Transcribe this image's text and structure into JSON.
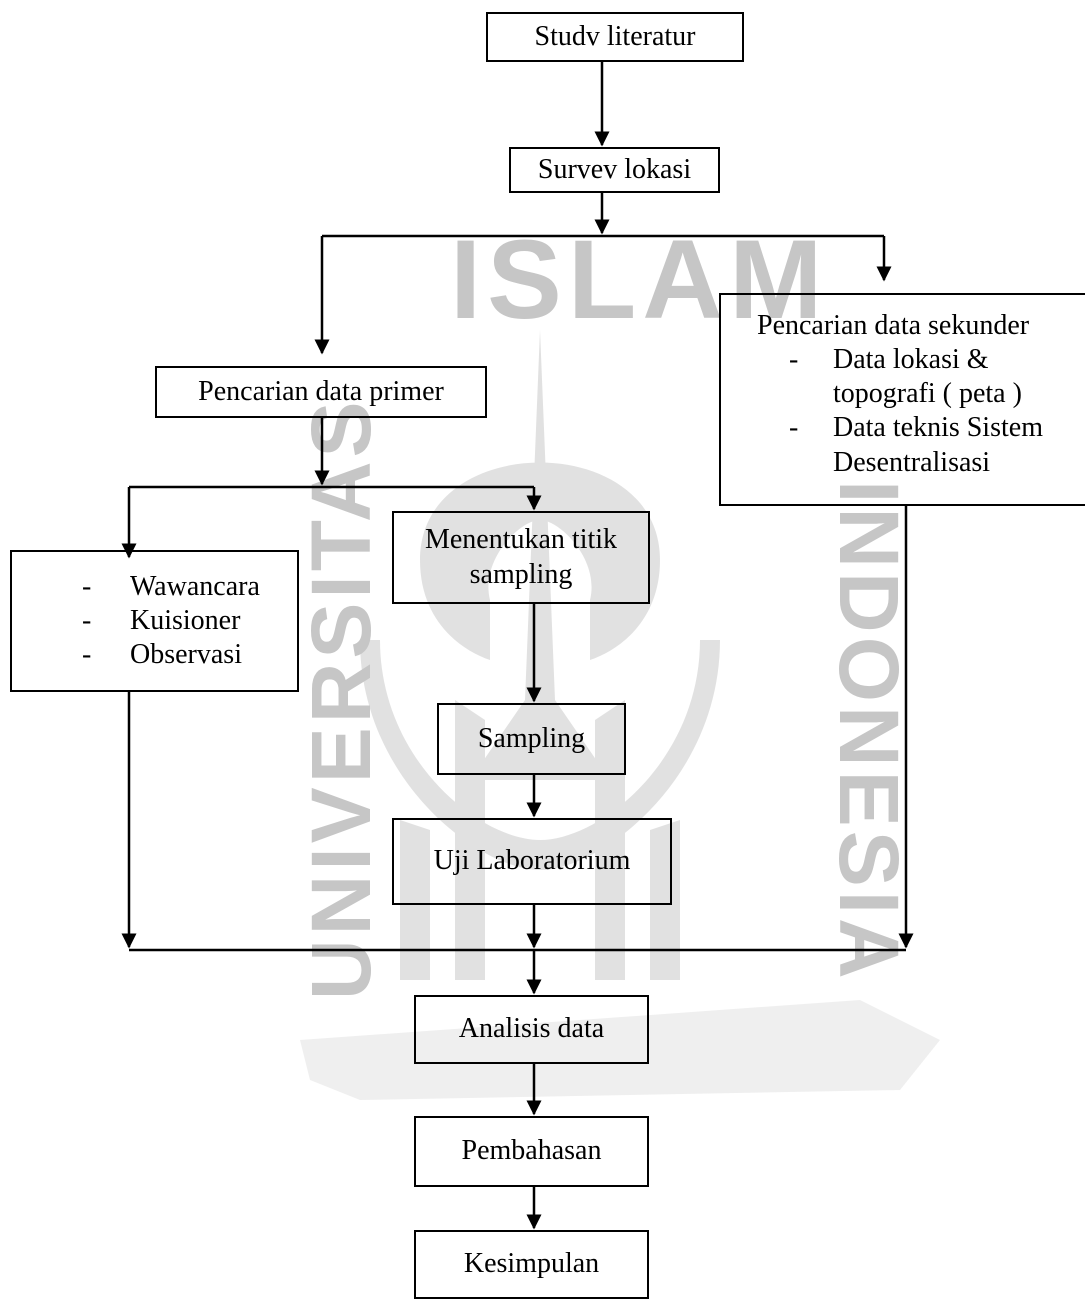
{
  "watermark": {
    "arc_text": "ISLAM",
    "left_text": "UNIVERSITAS",
    "right_text": "INDONESIA",
    "color": "#bcbcbc"
  },
  "nodes": {
    "study_literature": "Studv literatur",
    "survey_location": "Survev lokasi",
    "secondary_data": {
      "title": "Pencarian data sekunder",
      "items": [
        {
          "dash": "-",
          "lines": [
            "Data lokasi &",
            "topografi ( peta )"
          ]
        },
        {
          "dash": "-",
          "lines": [
            "Data teknis Sistem",
            "Desentralisasi"
          ]
        }
      ]
    },
    "primary_data": "Pencarian data primer",
    "methods": [
      {
        "dash": "-",
        "label": "Wawancara"
      },
      {
        "dash": "-",
        "label": "Kuisioner"
      },
      {
        "dash": "-",
        "label": "Observasi"
      }
    ],
    "sampling_points": [
      "Menentukan titik",
      "sampling"
    ],
    "sampling": "Sampling",
    "lab_test": "Uji Laboratorium",
    "data_analysis": "Analisis data",
    "discussion": "Pembahasan",
    "conclusion": "Kesimpulan"
  },
  "colors": {
    "stroke": "#000000",
    "background": "#ffffff"
  }
}
